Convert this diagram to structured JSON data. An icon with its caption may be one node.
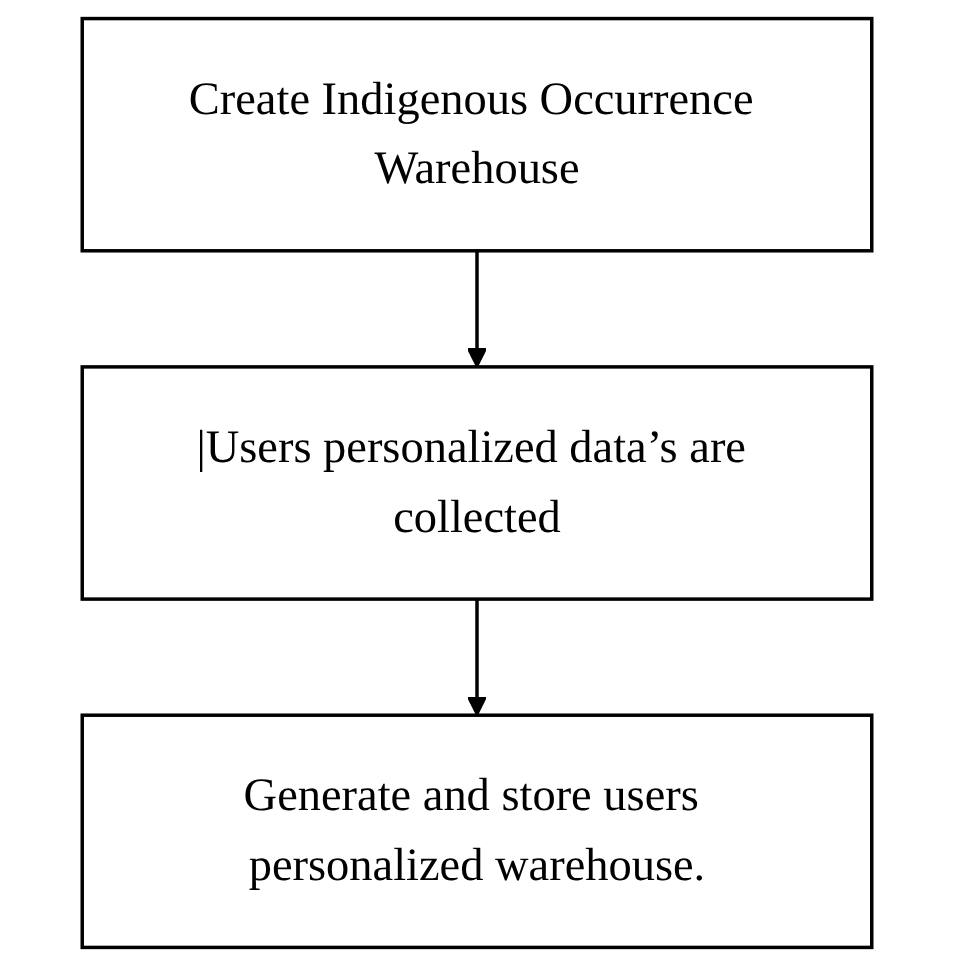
{
  "diagram": {
    "nodes": [
      {
        "text": [
          "Create Indigenous Occurrence Warehouse"
        ]
      },
      {
        "text": [
          "|Users personalized data’s are collected"
        ]
      },
      {
        "text": [
          "Generate and store users personalized warehouse."
        ]
      }
    ],
    "edges": [
      {
        "from": 0,
        "to": 1,
        "arrow": "to"
      },
      {
        "from": 1,
        "to": 2,
        "arrow": "to"
      }
    ]
  }
}
